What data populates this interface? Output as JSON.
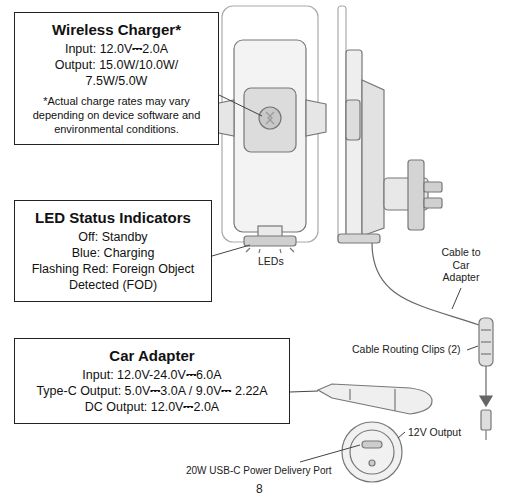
{
  "diagram": {
    "nodes": [
      {
        "text": [
          "Wireless Charger*",
          "Input: 12.0V⎓2.0A",
          "Output: 15.0W/10.0W/ 7.5W/5.0W",
          "*Actual charge rates may vary depending on device software and environmental conditions."
        ]
      },
      {
        "text": [
          "LED Status Indicators",
          "Off: Standby",
          "Blue: Charging",
          "Flashing Red: Foreign Object Detected (FOD)"
        ]
      },
      {
        "text": [
          "Car Adapter",
          "Input: 12.0V-24.0V⎓6.0A",
          "Type-C Output: 5.0V⎓3.0A / 9.0V⎓ 2.22A",
          "DC Output: 12.0V⎓2.0A"
        ]
      }
    ],
    "labels": [
      "LEDs",
      "Cable to Car Adapter",
      "Cable Routing Clips (2)",
      "12V Output",
      "20W USB-C Power Delivery Port",
      "8"
    ]
  }
}
